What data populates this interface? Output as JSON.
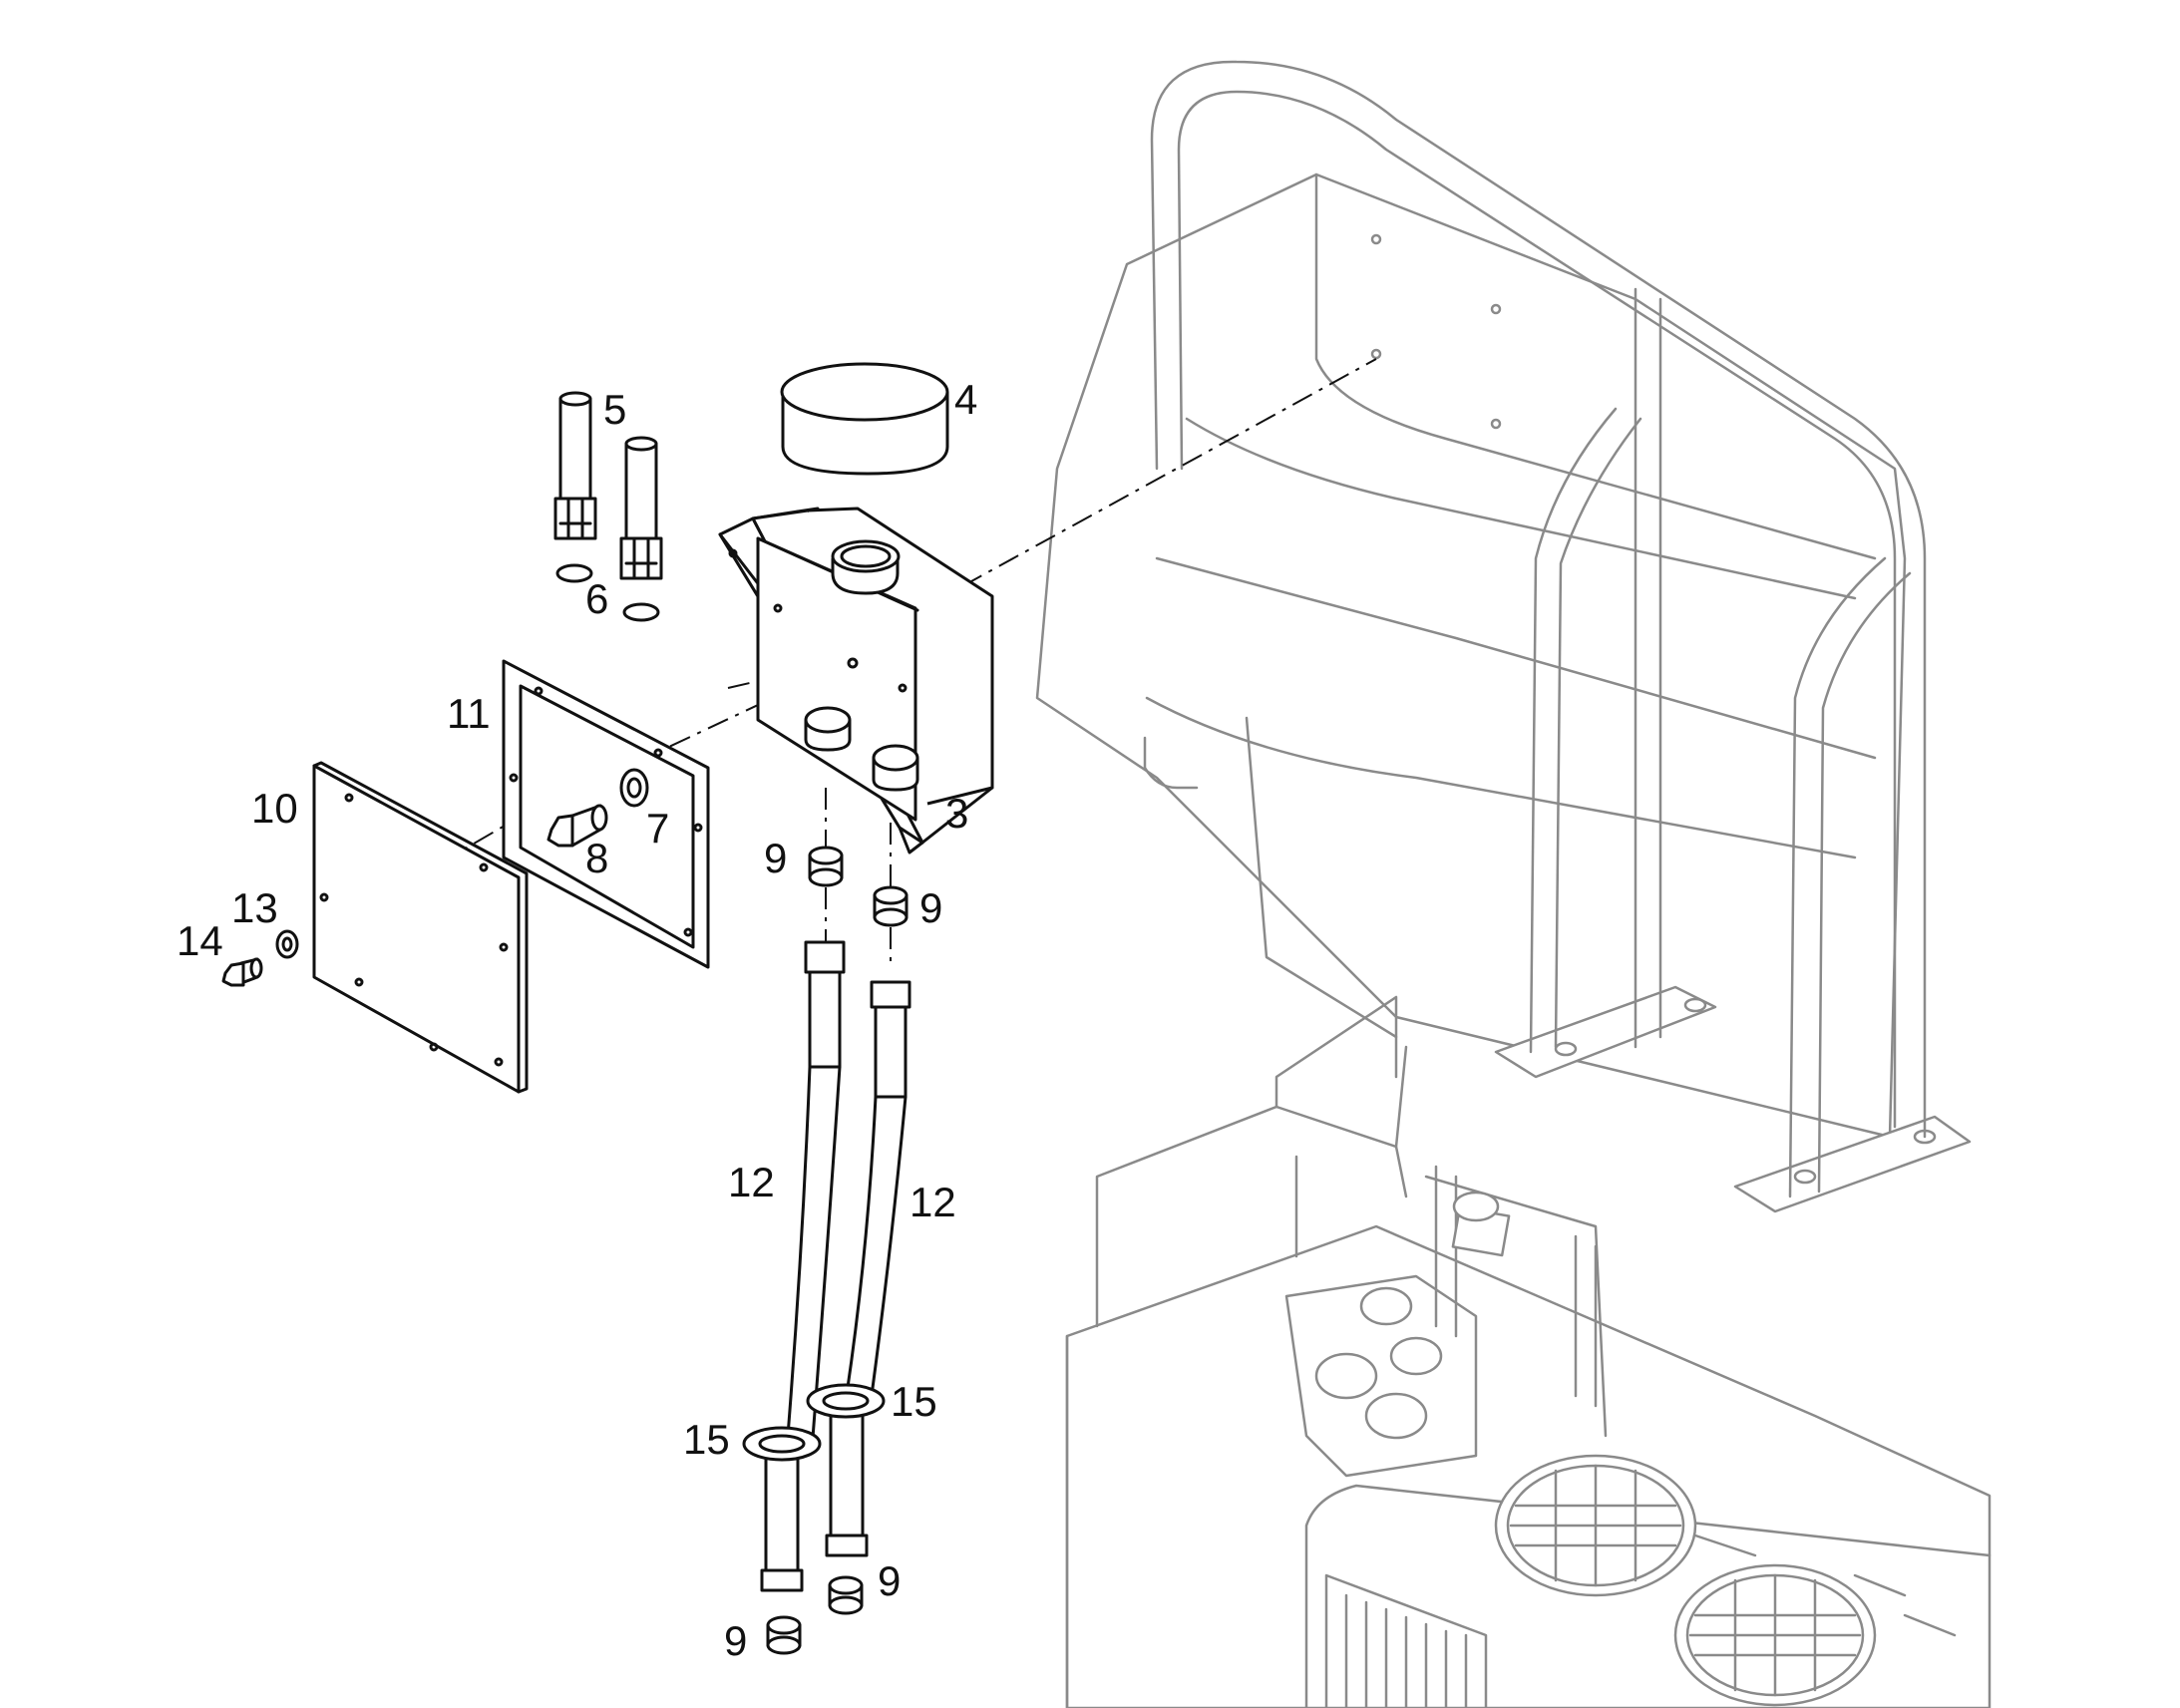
{
  "callouts": {
    "c3": "3",
    "c4": "4",
    "c5": "5",
    "c6": "6",
    "c7": "7",
    "c8": "8",
    "c9a": "9",
    "c9b": "9",
    "c9c": "9",
    "c9d": "9",
    "c10": "10",
    "c11": "11",
    "c12a": "12",
    "c12b": "12",
    "c13": "13",
    "c14": "14",
    "c15a": "15",
    "c15b": "15"
  }
}
